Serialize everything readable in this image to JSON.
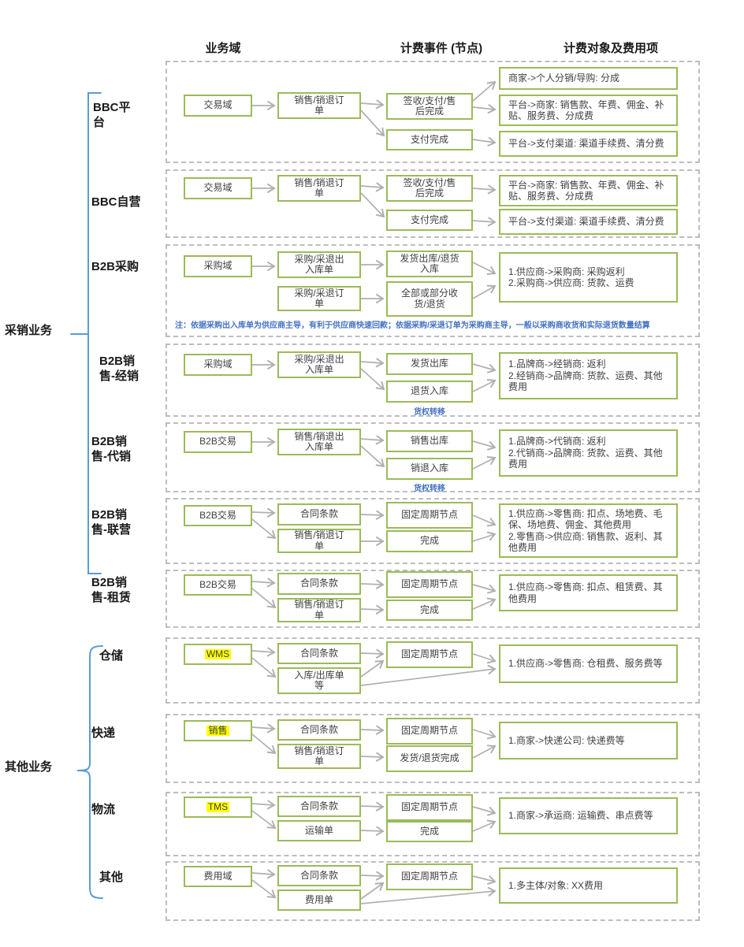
{
  "columns": {
    "business_domain": "业务域",
    "billing_event": "计费事件 (节点)",
    "billing_object": "计费对象及费用项"
  },
  "groups": [
    {
      "label": "采销业务"
    },
    {
      "label": "其他业务"
    }
  ],
  "colors": {
    "box_border_green": "#9bbb59",
    "dashed_border_gray": "#bdbdbd",
    "arrow_gray": "#b0b0b0",
    "note_blue": "#4472c4",
    "bracket_blue": "#5b9bd5",
    "highlight_yellow": "#ffff00"
  },
  "sections": [
    {
      "label": "BBC平台",
      "domain": "交易域",
      "docs": [
        "销售/销退订单"
      ],
      "events": [
        "签收/支付/售后完成",
        "支付完成"
      ],
      "fee_boxes": [
        [
          "商家->个人分销/导购: 分成"
        ],
        [
          "平台->商家: 销售款、年费、佣金、补贴、服务费、分成费"
        ],
        [
          "平台->支付渠道: 渠道手续费、清分费"
        ]
      ]
    },
    {
      "label": "BBC自营",
      "domain": "交易域",
      "docs": [
        "销售/销退订单"
      ],
      "events": [
        "签收/支付/售后完成",
        "支付完成"
      ],
      "fee_boxes": [
        [
          "平台->商家: 销售款、年费、佣金、补贴、服务费、分成费"
        ],
        [
          "平台->支付渠道: 渠道手续费、清分费"
        ]
      ]
    },
    {
      "label": "B2B采购",
      "domain": "采购域",
      "docs": [
        "采购/采退出入库单",
        "采购/采退订单"
      ],
      "events": [
        "发货出库/退货入库",
        "全部或部分收货/退货"
      ],
      "fee_boxes": [
        [
          "1.供应商->采购商: 采购返利",
          "2.采购商->供应商: 货款、运费"
        ]
      ],
      "note": "注：依据采购出入库单为供应商主导，有利于供应商快速回款；依据采购/采退订单为采购商主导，一般以采购商收货和实际退货数量结算"
    },
    {
      "label": "B2B销售-经销",
      "domain": "采购域",
      "docs": [
        "采购/采退出入库单"
      ],
      "events": [
        "发货出库",
        "退货入库"
      ],
      "transfer": "货权转移",
      "fee_boxes": [
        [
          "1.品牌商->经销商: 返利",
          "2.经销商->品牌商: 货款、运费、其他费用"
        ]
      ]
    },
    {
      "label": "B2B销售-代销",
      "domain": "B2B交易",
      "docs": [
        "销售/销退出入库单"
      ],
      "events": [
        "销售出库",
        "销退入库"
      ],
      "transfer": "货权转移",
      "fee_boxes": [
        [
          "1.品牌商->代销商: 返利",
          "2.代销商->品牌商: 货款、运费、其他费用"
        ]
      ]
    },
    {
      "label": "B2B销售-联营",
      "domain": "B2B交易",
      "docs": [
        "合同条款",
        "销售/销退订单"
      ],
      "events": [
        "固定周期节点",
        "完成"
      ],
      "fee_boxes": [
        [
          "1.供应商->零售商: 扣点、场地费、毛保、场地费、佣金、其他费用",
          "2.零售商->供应商: 销售款、返利、其他费用"
        ]
      ]
    },
    {
      "label": "B2B销售-租赁",
      "domain": "B2B交易",
      "docs": [
        "合同条款",
        "销售/销退订单"
      ],
      "events": [
        "固定周期节点",
        "完成"
      ],
      "fee_boxes": [
        [
          "1.供应商->零售商: 扣点、租赁费、其他费用"
        ]
      ]
    },
    {
      "label": "仓储",
      "domain": "WMS",
      "domain_highlight": true,
      "docs": [
        "合同条款",
        "入库/出库单等"
      ],
      "events": [
        "固定周期节点"
      ],
      "fee_boxes": [
        [
          "1.供应商->零售商: 仓租费、服务费等"
        ]
      ]
    },
    {
      "label": "快递",
      "domain": "销售",
      "domain_highlight": true,
      "docs": [
        "合同条款",
        "销售/销退订单"
      ],
      "events": [
        "固定周期节点",
        "发货/退货完成"
      ],
      "fee_boxes": [
        [
          "1.商家->快递公司: 快递费等"
        ]
      ]
    },
    {
      "label": "物流",
      "domain": "TMS",
      "domain_highlight": true,
      "docs": [
        "合同条款",
        "运输单"
      ],
      "events": [
        "固定周期节点",
        "完成"
      ],
      "fee_boxes": [
        [
          "1.商家->承运商: 运输费、串点费等"
        ]
      ]
    },
    {
      "label": "其他",
      "domain": "费用域",
      "docs": [
        "合同条款",
        "费用单"
      ],
      "events": [
        "固定周期节点"
      ],
      "fee_boxes": [
        [
          "1.多主体/对象: XX费用"
        ]
      ]
    }
  ]
}
